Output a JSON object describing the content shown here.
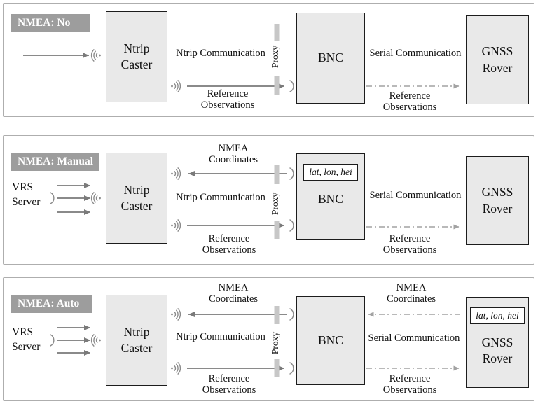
{
  "colors": {
    "box_fill": "#e9e9e9",
    "box_border": "#1c1c1c",
    "badge_bg": "#9d9d9d",
    "badge_text": "#ffffff",
    "solid_arrow": "#7a7a7a",
    "dashdot_arrow": "#a2a2a2",
    "proxy_bar": "#c7c7c7",
    "panel_border": "#aeaeae"
  },
  "panels": [
    {
      "badge": "NMEA: No",
      "caster": "Ntrip Caster",
      "bnc": "BNC",
      "rover": "GNSS Rover",
      "proxy": "Proxy",
      "ntrip_link": {
        "title": "Ntrip Communication",
        "flow": "Reference Observations"
      },
      "serial_link": {
        "title": "Serial Communication",
        "flow": "Reference Observations"
      }
    },
    {
      "badge": "NMEA: Manual",
      "vrs": "VRS Server",
      "caster": "Ntrip Caster",
      "bnc": "BNC",
      "bnc_chip": "lat, lon, hei",
      "rover": "GNSS Rover",
      "proxy": "Proxy",
      "ntrip_link": {
        "up": "NMEA Coordinates",
        "title": "Ntrip Communication",
        "flow": "Reference Observations"
      },
      "serial_link": {
        "title": "Serial Communication",
        "flow": "Reference Observations"
      }
    },
    {
      "badge": "NMEA: Auto",
      "vrs": "VRS Server",
      "caster": "Ntrip Caster",
      "bnc": "BNC",
      "rover": "GNSS Rover",
      "rover_chip": "lat, lon, hei",
      "proxy": "Proxy",
      "ntrip_link": {
        "up": "NMEA Coordinates",
        "title": "Ntrip Communication",
        "flow": "Reference Observations"
      },
      "serial_link": {
        "up": "NMEA Coordinates",
        "title": "Serial Communication",
        "flow": "Reference Observations"
      }
    }
  ]
}
